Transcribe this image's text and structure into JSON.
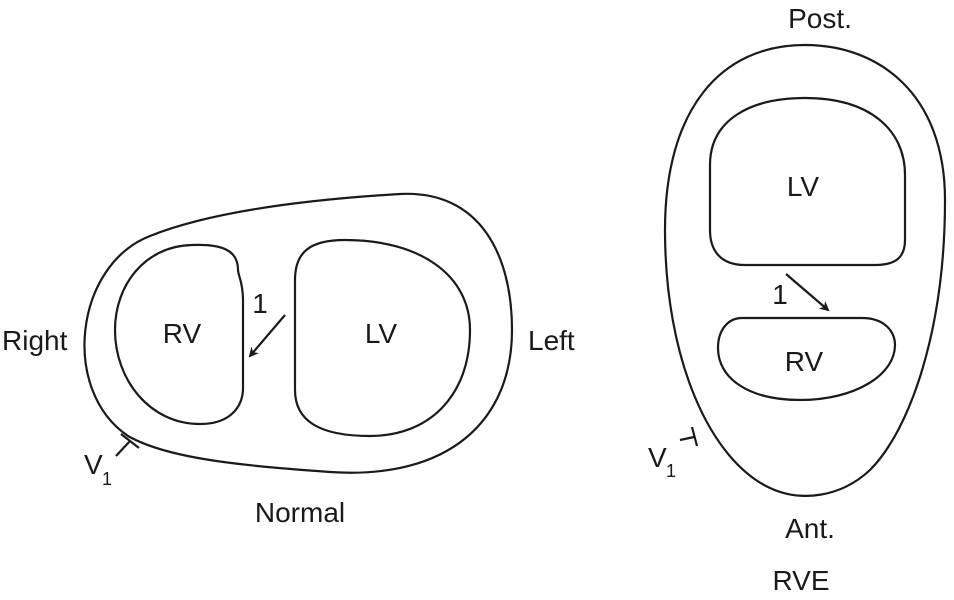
{
  "diagrams": {
    "normal": {
      "caption": "Normal",
      "side_right": "Right",
      "side_left": "Left",
      "rv": "RV",
      "lv": "LV",
      "vector": "1",
      "lead": "V",
      "lead_sub": "1"
    },
    "rve": {
      "caption": "RVE",
      "posterior": "Post.",
      "anterior": "Ant.",
      "lv": "LV",
      "rv": "RV",
      "vector": "1",
      "lead": "V",
      "lead_sub": "1"
    }
  },
  "colors": {
    "stroke": "#1a1a1a",
    "background": "#ffffff"
  }
}
